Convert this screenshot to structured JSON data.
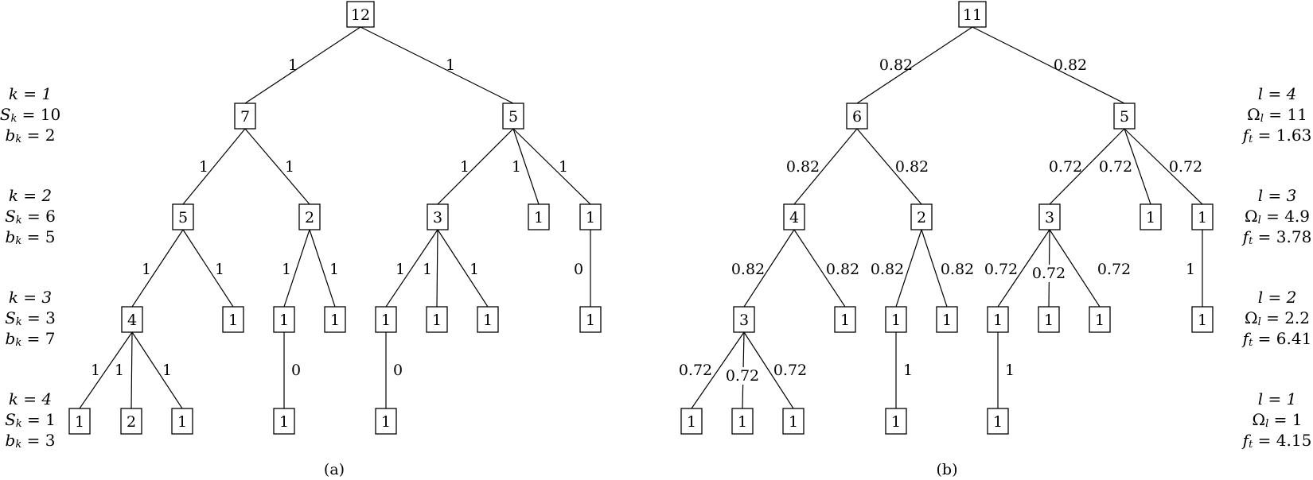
{
  "tree_a": {
    "caption": "(a)",
    "nodes": [
      {
        "id": "a0",
        "value": "12"
      },
      {
        "id": "a1",
        "value": "7"
      },
      {
        "id": "a2",
        "value": "5"
      },
      {
        "id": "a3",
        "value": "5"
      },
      {
        "id": "a4",
        "value": "2"
      },
      {
        "id": "a5",
        "value": "3"
      },
      {
        "id": "a6",
        "value": "1"
      },
      {
        "id": "a7",
        "value": "1"
      },
      {
        "id": "a8",
        "value": "4"
      },
      {
        "id": "a9",
        "value": "1"
      },
      {
        "id": "a10",
        "value": "1"
      },
      {
        "id": "a11",
        "value": "1"
      },
      {
        "id": "a12",
        "value": "1"
      },
      {
        "id": "a13",
        "value": "1"
      },
      {
        "id": "a14",
        "value": "1"
      },
      {
        "id": "a15",
        "value": "1"
      },
      {
        "id": "a16",
        "value": "1"
      },
      {
        "id": "a17",
        "value": "2"
      },
      {
        "id": "a18",
        "value": "1"
      },
      {
        "id": "a19",
        "value": "1"
      },
      {
        "id": "a20",
        "value": "1"
      }
    ],
    "edges": [
      {
        "from": "a0",
        "to": "a1",
        "label": "1"
      },
      {
        "from": "a0",
        "to": "a2",
        "label": "1"
      },
      {
        "from": "a1",
        "to": "a3",
        "label": "1"
      },
      {
        "from": "a1",
        "to": "a4",
        "label": "1"
      },
      {
        "from": "a2",
        "to": "a5",
        "label": "1"
      },
      {
        "from": "a2",
        "to": "a6",
        "label": "1"
      },
      {
        "from": "a2",
        "to": "a7",
        "label": "1"
      },
      {
        "from": "a3",
        "to": "a8",
        "label": "1"
      },
      {
        "from": "a3",
        "to": "a9",
        "label": "1"
      },
      {
        "from": "a4",
        "to": "a10",
        "label": "1"
      },
      {
        "from": "a4",
        "to": "a11",
        "label": "1"
      },
      {
        "from": "a5",
        "to": "a12",
        "label": "1"
      },
      {
        "from": "a5",
        "to": "a13",
        "label": "1"
      },
      {
        "from": "a5",
        "to": "a14",
        "label": "1"
      },
      {
        "from": "a7",
        "to": "a15",
        "label": "0"
      },
      {
        "from": "a8",
        "to": "a16",
        "label": "1"
      },
      {
        "from": "a8",
        "to": "a17",
        "label": "1"
      },
      {
        "from": "a8",
        "to": "a18",
        "label": "1"
      },
      {
        "from": "a10",
        "to": "a19",
        "label": "0"
      },
      {
        "from": "a12",
        "to": "a20",
        "label": "0"
      }
    ],
    "level_labels": [
      {
        "k": "k = 1",
        "s": "S",
        "s_sub": "k",
        "s_val": " = 10",
        "b": "b",
        "b_sub": "k",
        "b_val": " = 2"
      },
      {
        "k": "k = 2",
        "s": "S",
        "s_sub": "k",
        "s_val": " = 6",
        "b": "b",
        "b_sub": "k",
        "b_val": " = 5"
      },
      {
        "k": "k = 3",
        "s": "S",
        "s_sub": "k",
        "s_val": " = 3",
        "b": "b",
        "b_sub": "k",
        "b_val": " = 7"
      },
      {
        "k": "k = 4",
        "s": "S",
        "s_sub": "k",
        "s_val": " = 1",
        "b": "b",
        "b_sub": "k",
        "b_val": " = 3"
      }
    ]
  },
  "tree_b": {
    "caption": "(b)",
    "nodes": [
      {
        "id": "b0",
        "value": "11"
      },
      {
        "id": "b1",
        "value": "6"
      },
      {
        "id": "b2",
        "value": "5"
      },
      {
        "id": "b3",
        "value": "4"
      },
      {
        "id": "b4",
        "value": "2"
      },
      {
        "id": "b5",
        "value": "3"
      },
      {
        "id": "b6",
        "value": "1"
      },
      {
        "id": "b7",
        "value": "1"
      },
      {
        "id": "b8",
        "value": "3"
      },
      {
        "id": "b9",
        "value": "1"
      },
      {
        "id": "b10",
        "value": "1"
      },
      {
        "id": "b11",
        "value": "1"
      },
      {
        "id": "b12",
        "value": "1"
      },
      {
        "id": "b13",
        "value": "1"
      },
      {
        "id": "b14",
        "value": "1"
      },
      {
        "id": "b15",
        "value": "1"
      },
      {
        "id": "b16",
        "value": "1"
      },
      {
        "id": "b17",
        "value": "1"
      },
      {
        "id": "b18",
        "value": "1"
      },
      {
        "id": "b19",
        "value": "1"
      },
      {
        "id": "b20",
        "value": "1"
      }
    ],
    "edges": [
      {
        "from": "b0",
        "to": "b1",
        "label": "0.82"
      },
      {
        "from": "b0",
        "to": "b2",
        "label": "0.82"
      },
      {
        "from": "b1",
        "to": "b3",
        "label": "0.82"
      },
      {
        "from": "b1",
        "to": "b4",
        "label": "0.82"
      },
      {
        "from": "b2",
        "to": "b5",
        "label": "0.72"
      },
      {
        "from": "b2",
        "to": "b6",
        "label": "0.72"
      },
      {
        "from": "b2",
        "to": "b7",
        "label": "0.72"
      },
      {
        "from": "b3",
        "to": "b8",
        "label": "0.82"
      },
      {
        "from": "b3",
        "to": "b9",
        "label": "0.82"
      },
      {
        "from": "b4",
        "to": "b10",
        "label": "0.82"
      },
      {
        "from": "b4",
        "to": "b11",
        "label": "0.82"
      },
      {
        "from": "b5",
        "to": "b12",
        "label": "0.72"
      },
      {
        "from": "b5",
        "to": "b13",
        "label": "0.72"
      },
      {
        "from": "b5",
        "to": "b14",
        "label": "0.72"
      },
      {
        "from": "b7",
        "to": "b15",
        "label": "1"
      },
      {
        "from": "b8",
        "to": "b16",
        "label": "0.72"
      },
      {
        "from": "b8",
        "to": "b17",
        "label": "0.72"
      },
      {
        "from": "b8",
        "to": "b18",
        "label": "0.72"
      },
      {
        "from": "b10",
        "to": "b19",
        "label": "1"
      },
      {
        "from": "b12",
        "to": "b20",
        "label": "1"
      }
    ],
    "level_labels": [
      {
        "l": "l = 4",
        "omega": "Ω",
        "omega_sub": "l",
        "omega_val": " = 11",
        "f": "f",
        "f_sub": "t",
        "f_val": " = 1.63"
      },
      {
        "l": "l = 3",
        "omega": "Ω",
        "omega_sub": "l",
        "omega_val": " = 4.9",
        "f": "f",
        "f_sub": "t",
        "f_val": " = 3.78"
      },
      {
        "l": "l = 2",
        "omega": "Ω",
        "omega_sub": "l",
        "omega_val": " = 2.2",
        "f": "f",
        "f_sub": "t",
        "f_val": " = 6.41"
      },
      {
        "l": "l = 1",
        "omega": "Ω",
        "omega_sub": "l",
        "omega_val": " = 1",
        "f": "f",
        "f_sub": "t",
        "f_val": " = 4.15"
      }
    ]
  }
}
